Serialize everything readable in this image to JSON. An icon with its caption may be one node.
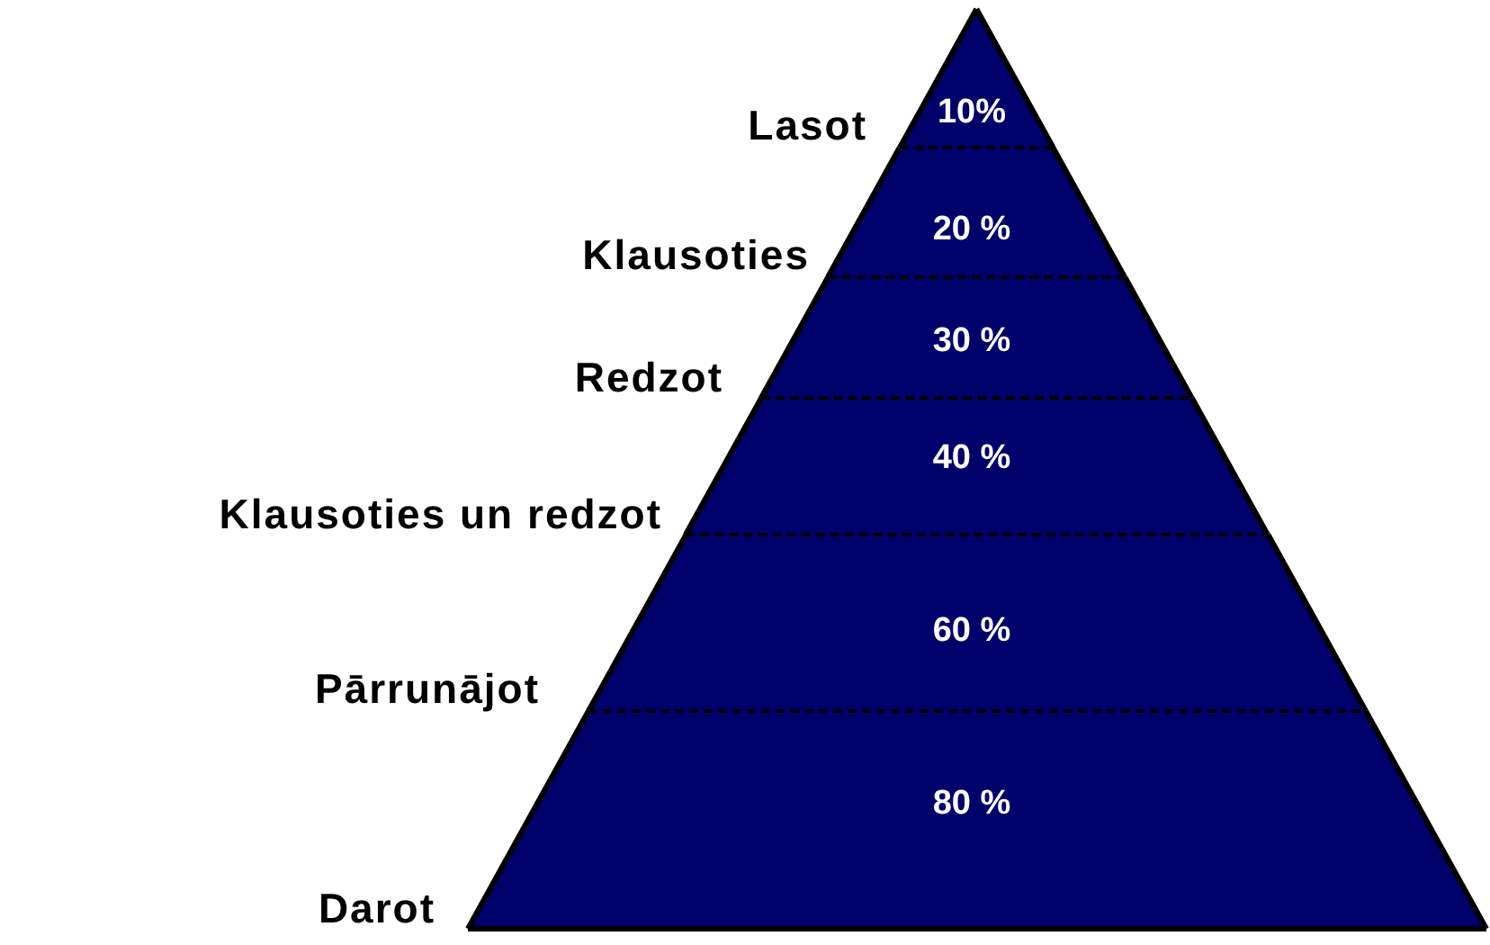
{
  "diagram": {
    "nodes": [
      {
        "text": [
          "10%"
        ]
      },
      {
        "text": [
          "20 %"
        ]
      },
      {
        "text": [
          "30 %"
        ]
      },
      {
        "text": [
          "40 %"
        ]
      },
      {
        "text": [
          "60 %"
        ]
      },
      {
        "text": [
          "80 %"
        ]
      }
    ],
    "labels": [
      "Lasot",
      "Klausoties",
      "Redzot",
      "Klausoties un redzot",
      "Pārrunājot",
      "Darot"
    ]
  }
}
